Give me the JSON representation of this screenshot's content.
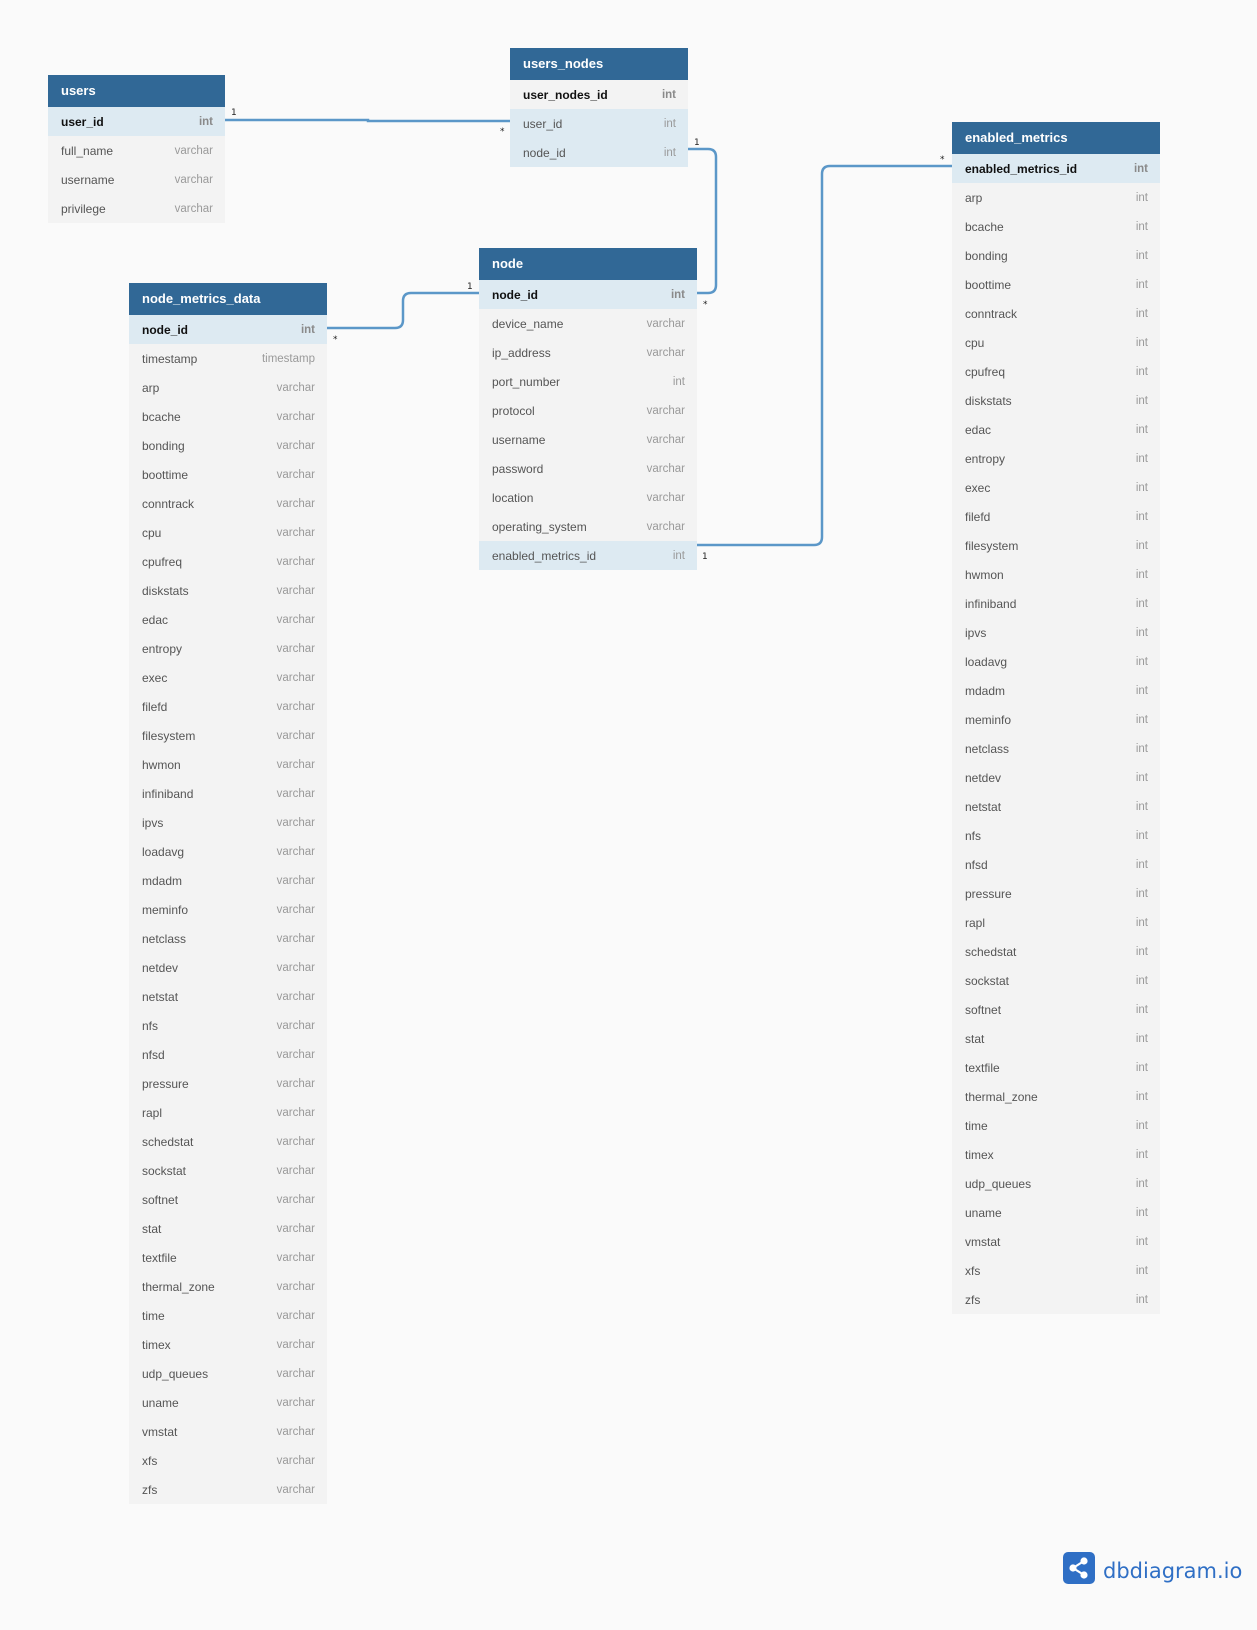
{
  "tables": {
    "users": {
      "title": "users",
      "columns": [
        {
          "name": "user_id",
          "type": "int"
        },
        {
          "name": "full_name",
          "type": "varchar"
        },
        {
          "name": "username",
          "type": "varchar"
        },
        {
          "name": "privilege",
          "type": "varchar"
        }
      ]
    },
    "users_nodes": {
      "title": "users_nodes",
      "columns": [
        {
          "name": "user_nodes_id",
          "type": "int"
        },
        {
          "name": "user_id",
          "type": "int"
        },
        {
          "name": "node_id",
          "type": "int"
        }
      ]
    },
    "node": {
      "title": "node",
      "columns": [
        {
          "name": "node_id",
          "type": "int"
        },
        {
          "name": "device_name",
          "type": "varchar"
        },
        {
          "name": "ip_address",
          "type": "varchar"
        },
        {
          "name": "port_number",
          "type": "int"
        },
        {
          "name": "protocol",
          "type": "varchar"
        },
        {
          "name": "username",
          "type": "varchar"
        },
        {
          "name": "password",
          "type": "varchar"
        },
        {
          "name": "location",
          "type": "varchar"
        },
        {
          "name": "operating_system",
          "type": "varchar"
        },
        {
          "name": "enabled_metrics_id",
          "type": "int"
        }
      ]
    },
    "node_metrics_data": {
      "title": "node_metrics_data",
      "columns": [
        {
          "name": "node_id",
          "type": "int"
        },
        {
          "name": "timestamp",
          "type": "timestamp"
        },
        {
          "name": "arp",
          "type": "varchar"
        },
        {
          "name": "bcache",
          "type": "varchar"
        },
        {
          "name": "bonding",
          "type": "varchar"
        },
        {
          "name": "boottime",
          "type": "varchar"
        },
        {
          "name": "conntrack",
          "type": "varchar"
        },
        {
          "name": "cpu",
          "type": "varchar"
        },
        {
          "name": "cpufreq",
          "type": "varchar"
        },
        {
          "name": "diskstats",
          "type": "varchar"
        },
        {
          "name": "edac",
          "type": "varchar"
        },
        {
          "name": "entropy",
          "type": "varchar"
        },
        {
          "name": "exec",
          "type": "varchar"
        },
        {
          "name": "filefd",
          "type": "varchar"
        },
        {
          "name": "filesystem",
          "type": "varchar"
        },
        {
          "name": "hwmon",
          "type": "varchar"
        },
        {
          "name": "infiniband",
          "type": "varchar"
        },
        {
          "name": "ipvs",
          "type": "varchar"
        },
        {
          "name": "loadavg",
          "type": "varchar"
        },
        {
          "name": "mdadm",
          "type": "varchar"
        },
        {
          "name": "meminfo",
          "type": "varchar"
        },
        {
          "name": "netclass",
          "type": "varchar"
        },
        {
          "name": "netdev",
          "type": "varchar"
        },
        {
          "name": "netstat",
          "type": "varchar"
        },
        {
          "name": "nfs",
          "type": "varchar"
        },
        {
          "name": "nfsd",
          "type": "varchar"
        },
        {
          "name": "pressure",
          "type": "varchar"
        },
        {
          "name": "rapl",
          "type": "varchar"
        },
        {
          "name": "schedstat",
          "type": "varchar"
        },
        {
          "name": "sockstat",
          "type": "varchar"
        },
        {
          "name": "softnet",
          "type": "varchar"
        },
        {
          "name": "stat",
          "type": "varchar"
        },
        {
          "name": "textfile",
          "type": "varchar"
        },
        {
          "name": "thermal_zone",
          "type": "varchar"
        },
        {
          "name": "time",
          "type": "varchar"
        },
        {
          "name": "timex",
          "type": "varchar"
        },
        {
          "name": "udp_queues",
          "type": "varchar"
        },
        {
          "name": "uname",
          "type": "varchar"
        },
        {
          "name": "vmstat",
          "type": "varchar"
        },
        {
          "name": "xfs",
          "type": "varchar"
        },
        {
          "name": "zfs",
          "type": "varchar"
        }
      ]
    },
    "enabled_metrics": {
      "title": "enabled_metrics",
      "columns": [
        {
          "name": "enabled_metrics_id",
          "type": "int"
        },
        {
          "name": "arp",
          "type": "int"
        },
        {
          "name": "bcache",
          "type": "int"
        },
        {
          "name": "bonding",
          "type": "int"
        },
        {
          "name": "boottime",
          "type": "int"
        },
        {
          "name": "conntrack",
          "type": "int"
        },
        {
          "name": "cpu",
          "type": "int"
        },
        {
          "name": "cpufreq",
          "type": "int"
        },
        {
          "name": "diskstats",
          "type": "int"
        },
        {
          "name": "edac",
          "type": "int"
        },
        {
          "name": "entropy",
          "type": "int"
        },
        {
          "name": "exec",
          "type": "int"
        },
        {
          "name": "filefd",
          "type": "int"
        },
        {
          "name": "filesystem",
          "type": "int"
        },
        {
          "name": "hwmon",
          "type": "int"
        },
        {
          "name": "infiniband",
          "type": "int"
        },
        {
          "name": "ipvs",
          "type": "int"
        },
        {
          "name": "loadavg",
          "type": "int"
        },
        {
          "name": "mdadm",
          "type": "int"
        },
        {
          "name": "meminfo",
          "type": "int"
        },
        {
          "name": "netclass",
          "type": "int"
        },
        {
          "name": "netdev",
          "type": "int"
        },
        {
          "name": "netstat",
          "type": "int"
        },
        {
          "name": "nfs",
          "type": "int"
        },
        {
          "name": "nfsd",
          "type": "int"
        },
        {
          "name": "pressure",
          "type": "int"
        },
        {
          "name": "rapl",
          "type": "int"
        },
        {
          "name": "schedstat",
          "type": "int"
        },
        {
          "name": "sockstat",
          "type": "int"
        },
        {
          "name": "softnet",
          "type": "int"
        },
        {
          "name": "stat",
          "type": "int"
        },
        {
          "name": "textfile",
          "type": "int"
        },
        {
          "name": "thermal_zone",
          "type": "int"
        },
        {
          "name": "time",
          "type": "int"
        },
        {
          "name": "timex",
          "type": "int"
        },
        {
          "name": "udp_queues",
          "type": "int"
        },
        {
          "name": "uname",
          "type": "int"
        },
        {
          "name": "vmstat",
          "type": "int"
        },
        {
          "name": "xfs",
          "type": "int"
        },
        {
          "name": "zfs",
          "type": "int"
        }
      ]
    }
  },
  "relationships": [
    {
      "from_table": "users",
      "from_column": "user_id",
      "from_mark": "1",
      "to_table": "users_nodes",
      "to_column": "user_id",
      "to_mark": "*"
    },
    {
      "from_table": "node",
      "from_column": "node_id",
      "from_mark": "*",
      "to_table": "users_nodes",
      "to_column": "node_id",
      "to_mark": "1"
    },
    {
      "from_table": "node",
      "from_column": "node_id",
      "from_mark": "1",
      "to_table": "node_metrics_data",
      "to_column": "node_id",
      "to_mark": "*"
    },
    {
      "from_table": "node",
      "from_column": "enabled_metrics_id",
      "from_mark": "1",
      "to_table": "enabled_metrics",
      "to_column": "enabled_metrics_id",
      "to_mark": "*"
    }
  ],
  "brand": {
    "name": "dbdiagram.io",
    "icon": "share-nodes-icon"
  },
  "colors": {
    "header": "#316896",
    "connector": "#5b97c8",
    "row_highlight": "#ddeaf2",
    "canvas": "#fafafa",
    "brand": "#2f6fc5"
  }
}
